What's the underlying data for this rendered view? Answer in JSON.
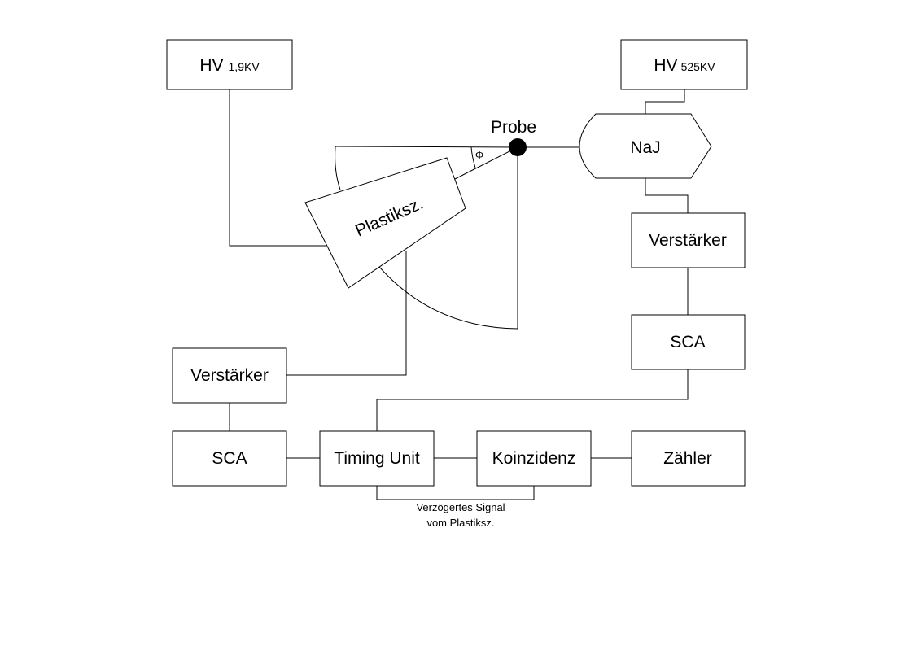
{
  "colors": {
    "line": "#000000",
    "background": "#ffffff"
  },
  "hv_left": {
    "label": "HV",
    "value": "1,9KV"
  },
  "hv_right": {
    "label": "HV",
    "value": "525KV"
  },
  "probe_label": "Probe",
  "naj_label": "NaJ",
  "plastic_label": "Plastiksz.",
  "angle_symbol": "Φ",
  "amplifier_left": "Verstärker",
  "amplifier_right": "Verstärker",
  "sca_left": "SCA",
  "sca_right": "SCA",
  "timing_unit": "Timing Unit",
  "coincidence": "Koinzidenz",
  "counter": "Zähler",
  "delayed_signal": {
    "line1": "Verzögertes Signal",
    "line2": "vom Plastiksz."
  }
}
